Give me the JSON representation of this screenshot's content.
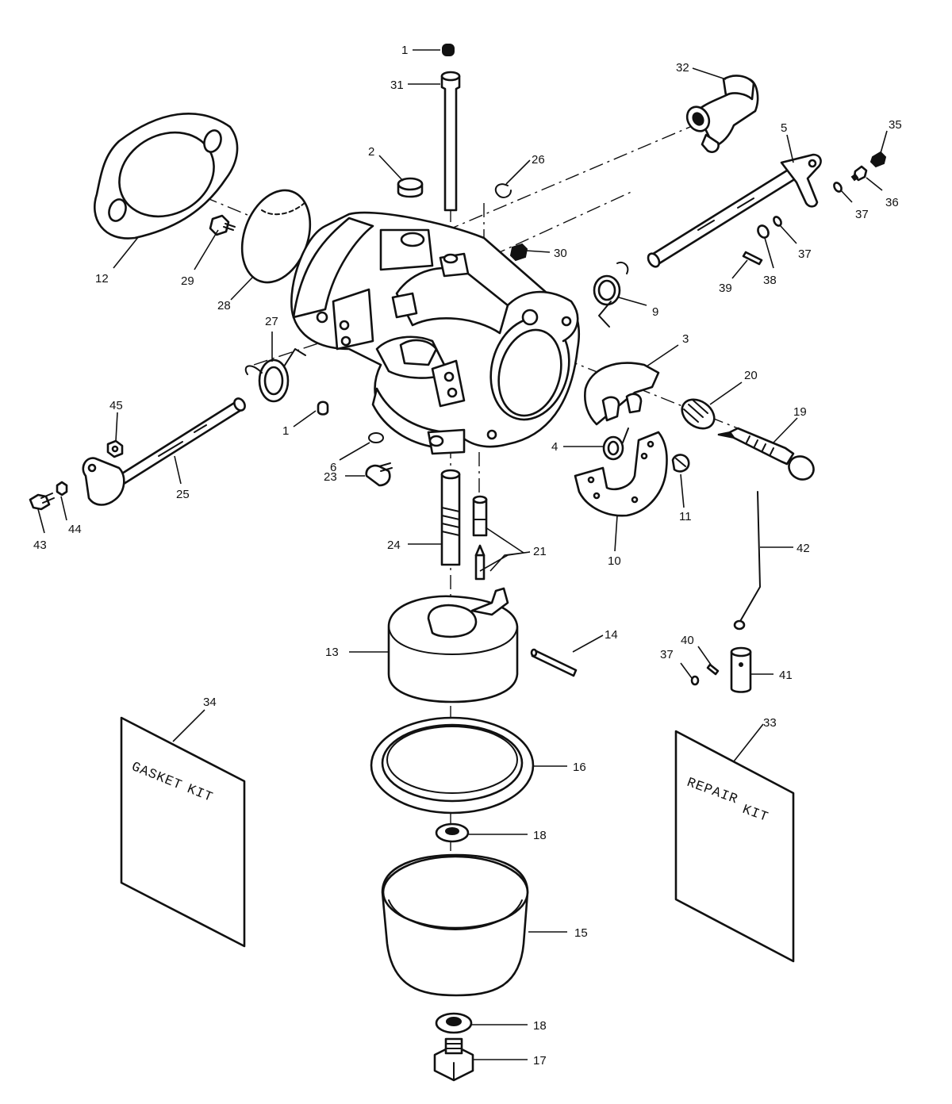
{
  "callouts": [
    {
      "id": "c1a",
      "label": "1"
    },
    {
      "id": "c1b",
      "label": "1"
    },
    {
      "id": "c2",
      "label": "2"
    },
    {
      "id": "c3",
      "label": "3"
    },
    {
      "id": "c4",
      "label": "4"
    },
    {
      "id": "c5",
      "label": "5"
    },
    {
      "id": "c6",
      "label": "6"
    },
    {
      "id": "c9",
      "label": "9"
    },
    {
      "id": "c10",
      "label": "10"
    },
    {
      "id": "c11",
      "label": "11"
    },
    {
      "id": "c12",
      "label": "12"
    },
    {
      "id": "c13",
      "label": "13"
    },
    {
      "id": "c14",
      "label": "14"
    },
    {
      "id": "c15",
      "label": "15"
    },
    {
      "id": "c16",
      "label": "16"
    },
    {
      "id": "c17",
      "label": "17"
    },
    {
      "id": "c18a",
      "label": "18"
    },
    {
      "id": "c18b",
      "label": "18"
    },
    {
      "id": "c19",
      "label": "19"
    },
    {
      "id": "c20",
      "label": "20"
    },
    {
      "id": "c21",
      "label": "21"
    },
    {
      "id": "c23",
      "label": "23"
    },
    {
      "id": "c24",
      "label": "24"
    },
    {
      "id": "c25",
      "label": "25"
    },
    {
      "id": "c26",
      "label": "26"
    },
    {
      "id": "c27",
      "label": "27"
    },
    {
      "id": "c28",
      "label": "28"
    },
    {
      "id": "c29",
      "label": "29"
    },
    {
      "id": "c30",
      "label": "30"
    },
    {
      "id": "c31",
      "label": "31"
    },
    {
      "id": "c32",
      "label": "32"
    },
    {
      "id": "c33",
      "label": "33"
    },
    {
      "id": "c34",
      "label": "34"
    },
    {
      "id": "c35",
      "label": "35"
    },
    {
      "id": "c36",
      "label": "36"
    },
    {
      "id": "c37a",
      "label": "37"
    },
    {
      "id": "c37b",
      "label": "37"
    },
    {
      "id": "c37c",
      "label": "37"
    },
    {
      "id": "c38",
      "label": "38"
    },
    {
      "id": "c39",
      "label": "39"
    },
    {
      "id": "c40",
      "label": "40"
    },
    {
      "id": "c41",
      "label": "41"
    },
    {
      "id": "c42",
      "label": "42"
    },
    {
      "id": "c43",
      "label": "43"
    },
    {
      "id": "c44",
      "label": "44"
    },
    {
      "id": "c45",
      "label": "45"
    }
  ],
  "kits": {
    "gasket": {
      "line1": "GASKET",
      "line2": "KIT"
    },
    "repair": {
      "line1": "REPAIR",
      "line2": "KIT"
    }
  }
}
